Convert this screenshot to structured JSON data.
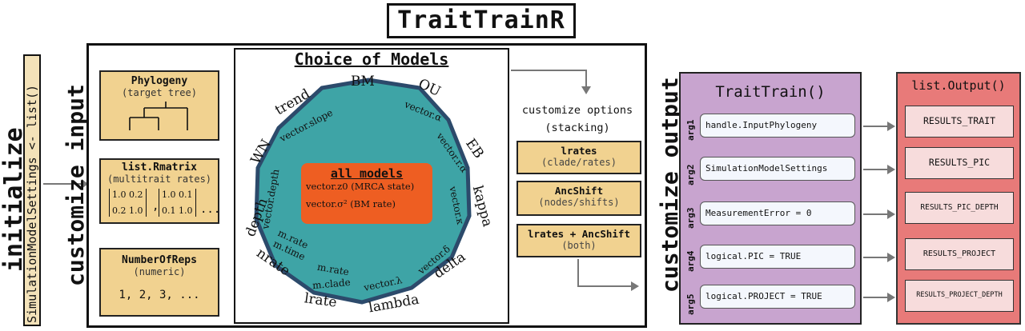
{
  "title": "TraitTrainR",
  "initialize": {
    "label": "initialize",
    "code": "SimulationModelSettings <- list()"
  },
  "customize_input": "customize input",
  "inputs": {
    "phylogeny": {
      "title": "Phylogeny",
      "sub": "(target tree)"
    },
    "rmatrix": {
      "title": "list.Rmatrix",
      "sub": "(multitrait rates)",
      "m1": [
        "1.0",
        "0.2",
        "0.2",
        "1.0"
      ],
      "m2": [
        "1.0",
        "0.1",
        "0.1",
        "1.0"
      ],
      "ellipsis": "...",
      "comma": ","
    },
    "reps": {
      "title": "NumberOfReps",
      "sub": "(numeric)",
      "values": "1, 2, 3, ..."
    }
  },
  "models": {
    "title": "Choice of Models",
    "center_title": "all models",
    "center_line1": "vector.z0 (MRCA state)",
    "center_line2": "vector.σ² (BM rate)",
    "outer": {
      "bm": "BM",
      "ou": "OU",
      "eb": "EB",
      "kappa": "kappa",
      "delta": "delta",
      "lambda": "lambda",
      "lrate": "lrate",
      "nrate": "nrate",
      "depth": "depth",
      "wn": "WN",
      "trend": "trend"
    },
    "inner": {
      "vector_slope": "vector.slope",
      "vector_alpha": "vector.α",
      "vector_r_alpha": "vector.r.α",
      "vector_kappa": "vector.κ",
      "vector_delta": "vector.δ",
      "vector_lambda": "vector.λ",
      "m_rate2": "m.rate",
      "m_clade": "m.clade",
      "m_rate": "m.rate",
      "m_time": "m.time",
      "vector_depth": "vector.depth"
    },
    "colors": {
      "polygon": "#3ea4a6",
      "polygon_border": "#2c4a6b",
      "center": "#ee5e22"
    }
  },
  "options": {
    "title": "customize options",
    "sub": "(stacking)",
    "items": [
      {
        "title": "lrates",
        "sub": "(clade/rates)"
      },
      {
        "title": "AncShift",
        "sub": "(nodes/shifts)"
      },
      {
        "title": "lrates + AncShift",
        "sub": "(both)"
      }
    ]
  },
  "customize_output": "customize output",
  "traittrain": {
    "title": "TraitTrain()",
    "args": [
      {
        "label": "arg1",
        "value": "handle.InputPhylogeny"
      },
      {
        "label": "arg2",
        "value": "SimulationModelSettings"
      },
      {
        "label": "arg3",
        "value": "MeasurementError = 0"
      },
      {
        "label": "arg4",
        "value": "logical.PIC = TRUE"
      },
      {
        "label": "arg5",
        "value": "logical.PROJECT = TRUE"
      }
    ]
  },
  "output": {
    "title": "list.Output()",
    "results": [
      "RESULTS_TRAIT",
      "RESULTS_PIC",
      "RESULTS_PIC_DEPTH",
      "RESULTS_PROJECT",
      "RESULTS_PROJECT_DEPTH"
    ]
  }
}
